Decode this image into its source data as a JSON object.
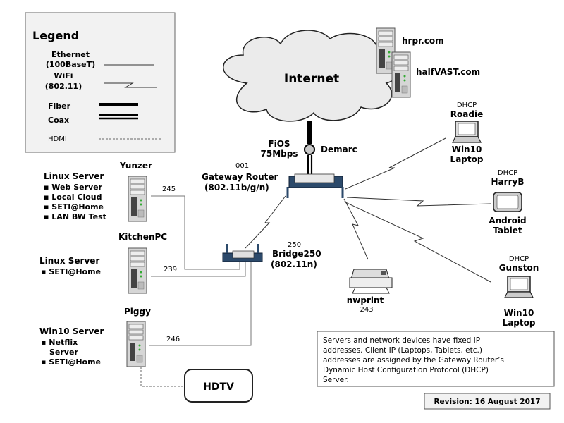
{
  "legend": {
    "title": "Legend",
    "ethernet": [
      "Ethernet",
      "(100BaseT)"
    ],
    "wifi": [
      "WiFi",
      "(802.11)"
    ],
    "fiber": "Fiber",
    "coax": "Coax",
    "hdmi": "HDMI"
  },
  "internet": {
    "label": "Internet",
    "servers": [
      "hrpr.com",
      "halfVAST.com"
    ]
  },
  "uplink": {
    "service": [
      "FiOS",
      "75Mbps"
    ],
    "demarc": "Demarc"
  },
  "gateway": {
    "ip": "001",
    "name": "Gateway Router",
    "spec": "(802.11b/g/n)"
  },
  "bridge": {
    "ip": "250",
    "name": "Bridge250",
    "spec": "(802.11n)"
  },
  "servers": [
    {
      "name": "Yunzer",
      "ip": "245",
      "role": "Linux Server",
      "services": [
        "Web Server",
        "Local Cloud",
        "SETI@Home",
        "LAN BW Test"
      ]
    },
    {
      "name": "KitchenPC",
      "ip": "239",
      "role": "Linux Server",
      "services": [
        "SETI@Home"
      ]
    },
    {
      "name": "Piggy",
      "ip": "246",
      "role": "Win10 Server",
      "services": [
        "Netflix",
        "Server",
        "SETI@Home"
      ]
    }
  ],
  "hdtv": "HDTV",
  "printer": {
    "name": "nwprint",
    "ip": "243"
  },
  "clients": [
    {
      "dhcp": "DHCP",
      "name": "Roadie",
      "type": [
        "Win10",
        "Laptop"
      ]
    },
    {
      "dhcp": "DHCP",
      "name": "HarryB",
      "type": [
        "Android",
        "Tablet"
      ]
    },
    {
      "dhcp": "DHCP",
      "name": "Gunston",
      "type": [
        "Win10",
        "Laptop"
      ]
    }
  ],
  "note": [
    "Servers and network devices have fixed IP",
    "addresses.  Client IP  (Laptops, Tablets, etc.)",
    "addresses are assigned by the Gateway Router’s",
    "Dynamic Host Configuration Protocol (DHCP)",
    "Server."
  ],
  "revision": "Revision: 16 August 2017",
  "colors": {
    "cloud": "#ebebeb",
    "legend_bg": "#f2f2f2",
    "device": "#2c4a6b",
    "server": "#d0d0d0"
  }
}
